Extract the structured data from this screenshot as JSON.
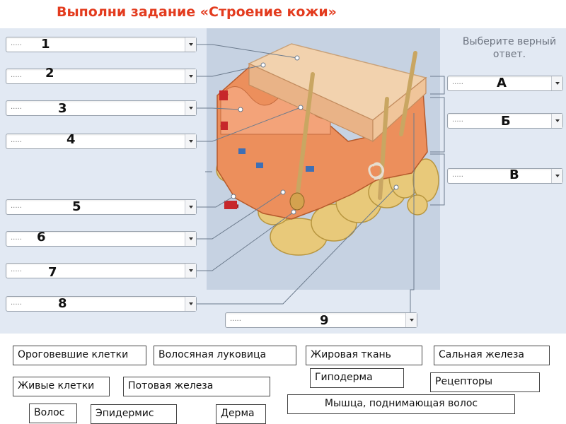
{
  "title": "Выполни задание «Строение кожи»",
  "hint": "Выберите верный ответ.",
  "placeholder": ".....",
  "markers": [
    "1",
    "2",
    "3",
    "4",
    "5",
    "6",
    "7",
    "8",
    "9",
    "А",
    "Б",
    "В"
  ],
  "terms": [
    "Ороговевшие клетки",
    "Волосяная луковица",
    "Жировая ткань",
    "Сальная железа",
    "Гиподерма",
    "Рецепторы",
    "Живые клетки",
    "Потовая железа",
    "Волос",
    "Эпидермис",
    "Дерма",
    "Мышца, поднимающая волос"
  ],
  "colors": {
    "title": "#e33b1e",
    "skin_surface": "#f2d2ae",
    "dermis": "#ec8f5c",
    "fat": "#e8c97a"
  }
}
